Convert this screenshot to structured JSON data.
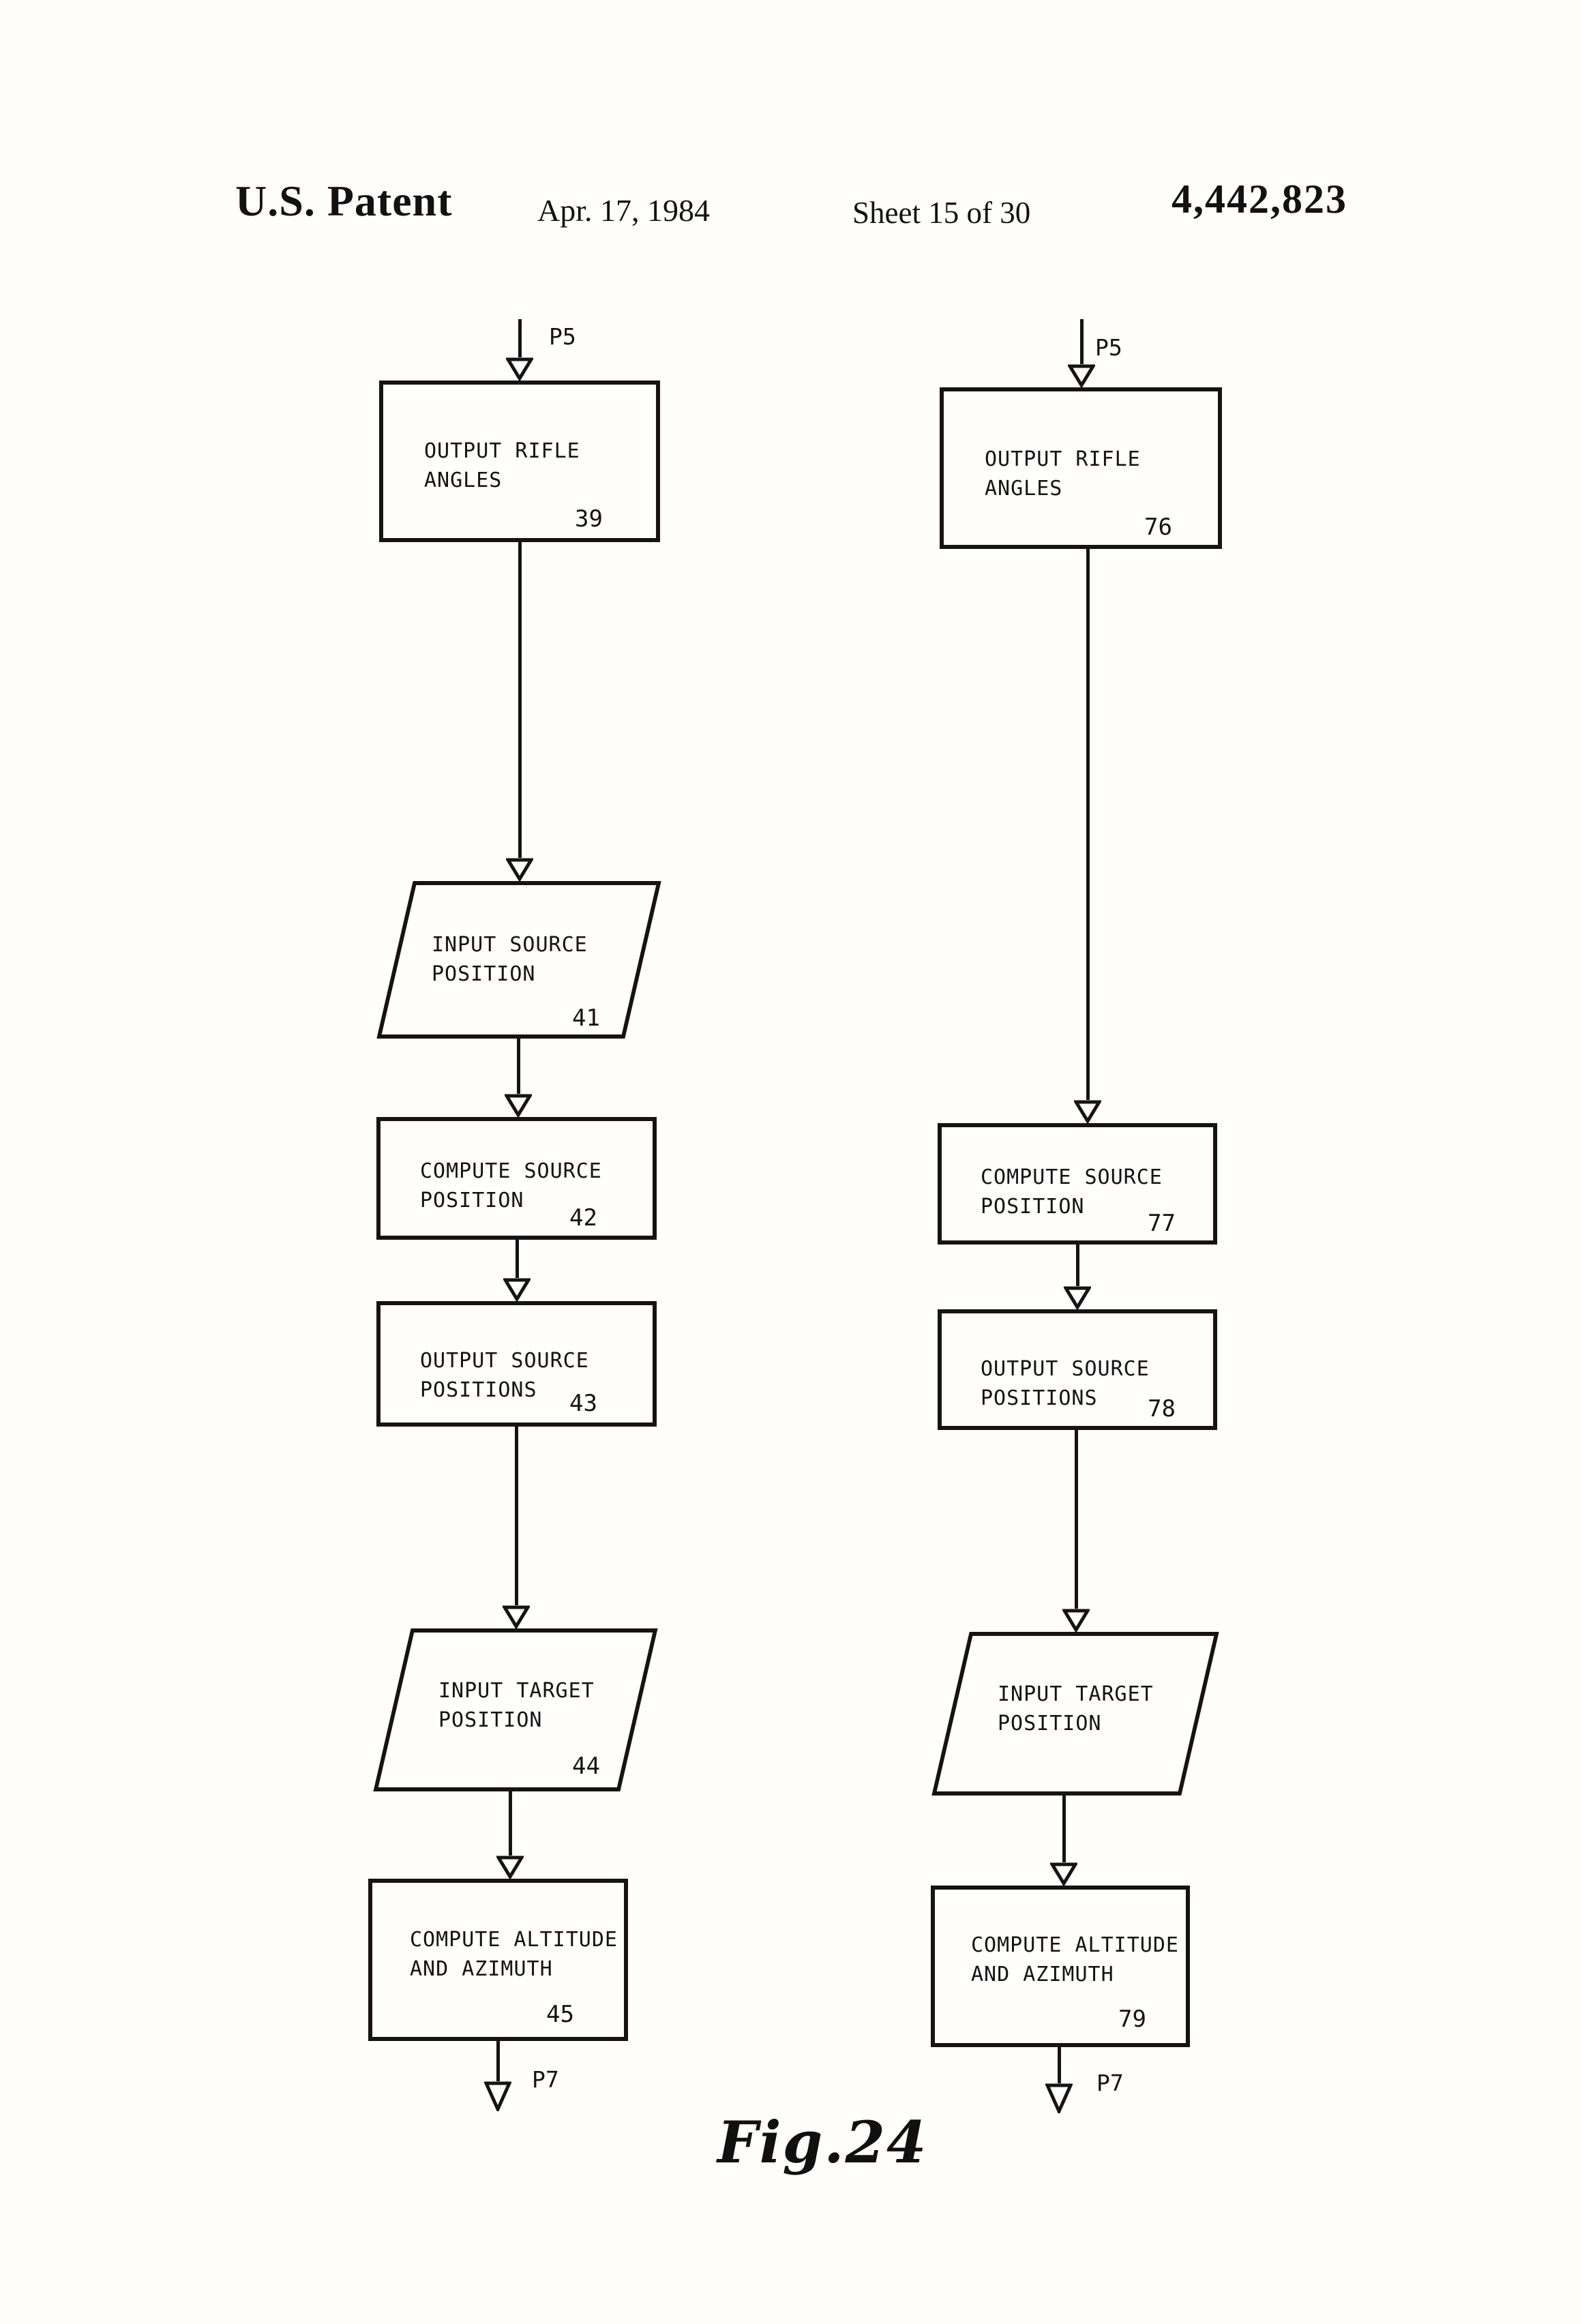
{
  "page": {
    "header": {
      "title": "U.S. Patent",
      "date": "Apr. 17, 1984",
      "sheet": "Sheet 15 of 30",
      "patent_number": "4,442,823"
    },
    "caption": "Fig.24"
  },
  "flowchart": {
    "left": {
      "entry_port": "P5",
      "exit_port": "P7",
      "nodes": [
        {
          "type": "process",
          "label": "OUTPUT RIFLE\nANGLES",
          "number": "39"
        },
        {
          "type": "io",
          "label": "INPUT SOURCE\nPOSITION",
          "number": "41"
        },
        {
          "type": "process",
          "label": "COMPUTE SOURCE\nPOSITION",
          "number": "42"
        },
        {
          "type": "process",
          "label": "OUTPUT SOURCE\nPOSITIONS",
          "number": "43"
        },
        {
          "type": "io",
          "label": "INPUT TARGET\nPOSITION",
          "number": "44"
        },
        {
          "type": "process",
          "label": "COMPUTE ALTITUDE\nAND AZIMUTH",
          "number": "45"
        }
      ]
    },
    "right": {
      "entry_port": "P5",
      "exit_port": "P7",
      "nodes": [
        {
          "type": "process",
          "label": "OUTPUT RIFLE\nANGLES",
          "number": "76"
        },
        {
          "type": "process",
          "label": "COMPUTE SOURCE\nPOSITION",
          "number": "77"
        },
        {
          "type": "process",
          "label": "OUTPUT SOURCE\nPOSITIONS",
          "number": "78"
        },
        {
          "type": "io",
          "label": "INPUT TARGET\nPOSITION",
          "number": ""
        },
        {
          "type": "process",
          "label": "COMPUTE ALTITUDE\nAND AZIMUTH",
          "number": "79"
        }
      ]
    }
  }
}
